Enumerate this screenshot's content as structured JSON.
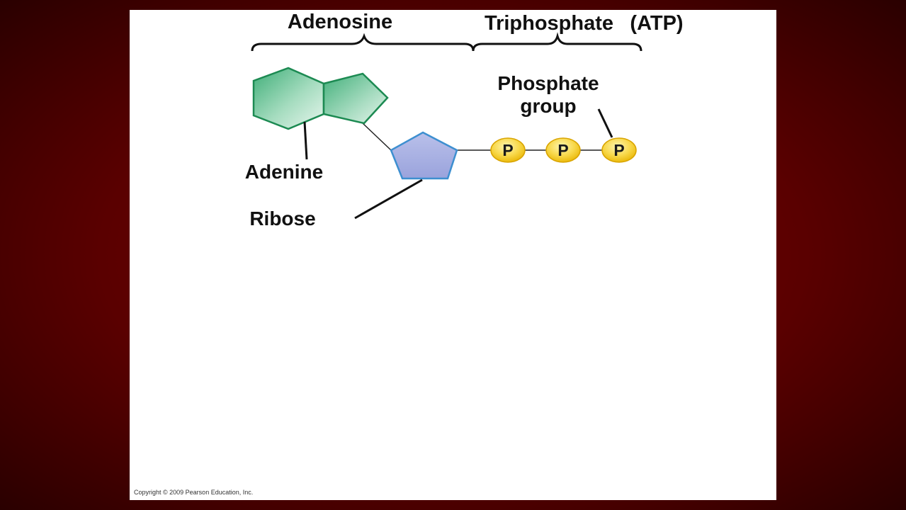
{
  "labels": {
    "adenosine": "Adenosine",
    "triphosphate": "Triphosphate",
    "atp": "(ATP)",
    "phosphate_line1": "Phosphate",
    "phosphate_line2": "group",
    "adenine": "Adenine",
    "ribose": "Ribose"
  },
  "phosphates": [
    "P",
    "P",
    "P"
  ],
  "copyright": "Copyright © 2009 Pearson Education, Inc.",
  "colors": {
    "adenine_fill": "#6cc196",
    "adenine_stroke": "#1c8a52",
    "ribose_fill": "#aab3e3",
    "ribose_stroke": "#3d8fd0",
    "phosphate_fill": "#f5d23c",
    "phosphate_stroke": "#d9a400",
    "background": "#6b0000"
  }
}
